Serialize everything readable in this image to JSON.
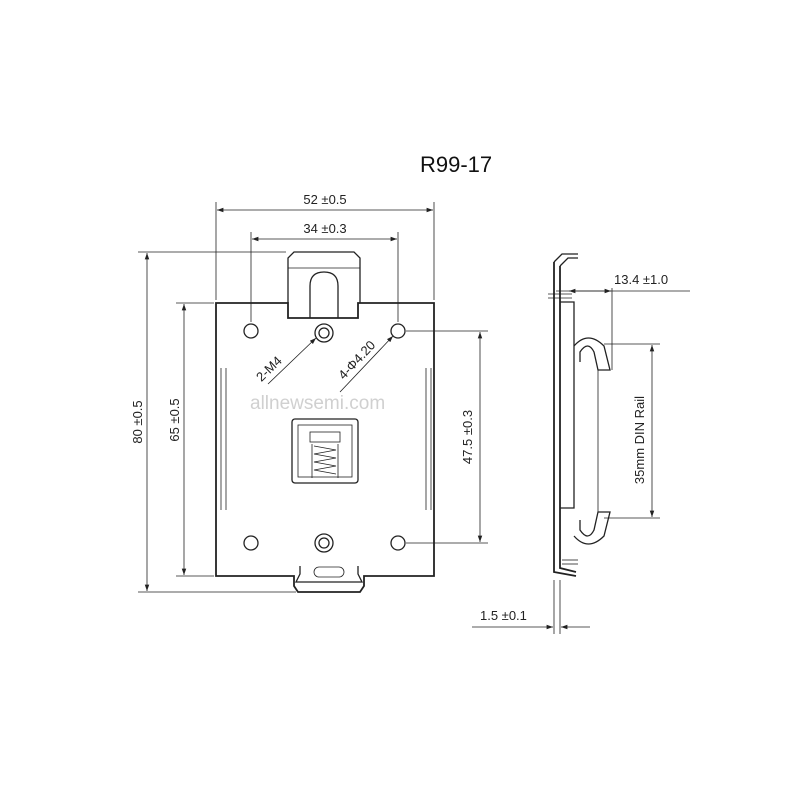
{
  "title": "R99-17",
  "dimensions": {
    "width_outer": "52 ±0.5",
    "width_holes": "34 ±0.3",
    "height_outer": "80 ±0.5",
    "height_plate": "65 ±0.5",
    "height_holes": "47.5 ±0.3",
    "thread": "2-M4",
    "holes": "4-Φ4.20",
    "side_depth": "13.4 ±1.0",
    "thickness": "1.5 ±0.1",
    "rail": "35mm DIN Rail"
  },
  "watermark": "allnewsemi.com"
}
